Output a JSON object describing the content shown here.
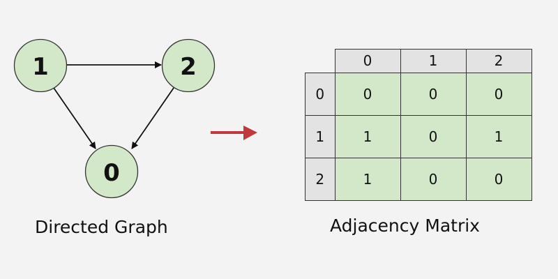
{
  "graph": {
    "caption": "Directed Graph",
    "nodes": [
      {
        "id": "1",
        "label": "1"
      },
      {
        "id": "2",
        "label": "2"
      },
      {
        "id": "0",
        "label": "0"
      }
    ],
    "edges": [
      {
        "from": "1",
        "to": "2"
      },
      {
        "from": "1",
        "to": "0"
      },
      {
        "from": "2",
        "to": "0"
      }
    ],
    "node_fill": "#d2e8c8",
    "node_stroke": "#333333"
  },
  "transition_arrow": {
    "icon": "right-arrow-icon",
    "color": "#c0393b"
  },
  "matrix": {
    "caption": "Adjacency Matrix",
    "col_headers": [
      "0",
      "1",
      "2"
    ],
    "row_headers": [
      "0",
      "1",
      "2"
    ],
    "rows": [
      [
        "0",
        "0",
        "0"
      ],
      [
        "1",
        "0",
        "1"
      ],
      [
        "1",
        "0",
        "0"
      ]
    ],
    "cell_fill": "#d2e8c8",
    "header_fill": "#e3e3e3"
  }
}
